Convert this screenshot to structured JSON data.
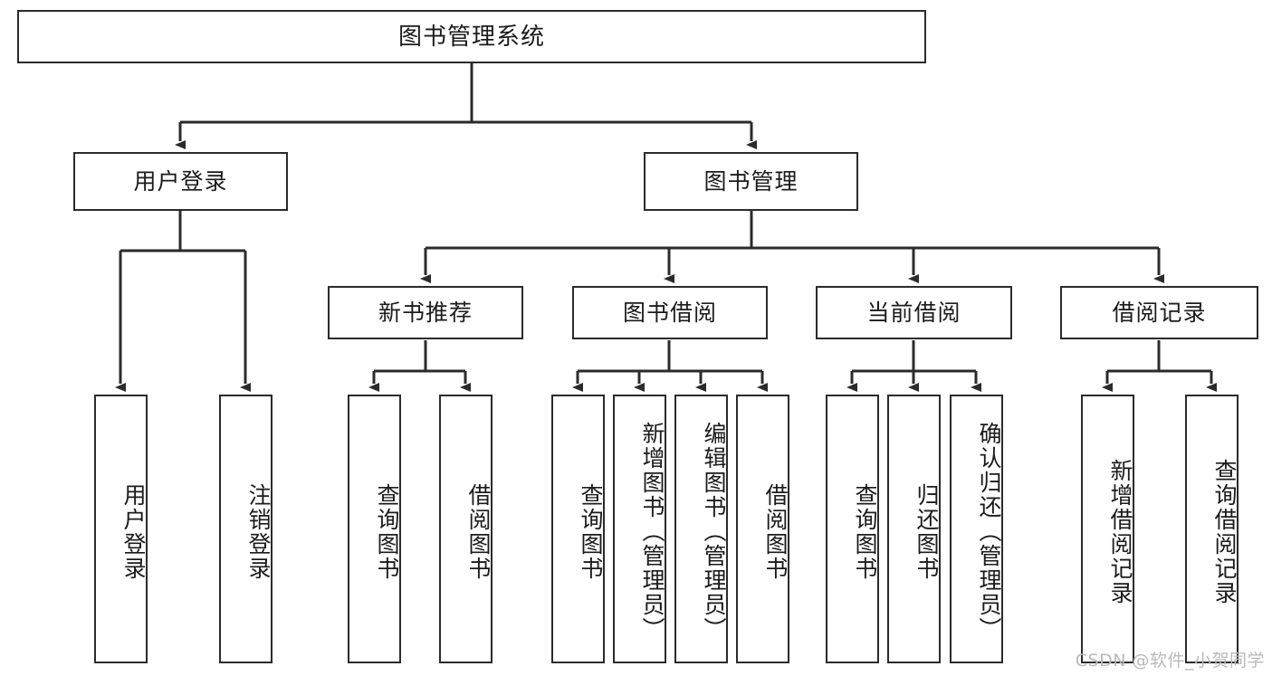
{
  "diagram": {
    "type": "tree",
    "title": "图书管理系统",
    "orientation": "top-down",
    "edge_style": "orthogonal-arrow",
    "colors": {
      "node_border": "#2b2b2b",
      "node_fill": "#ffffff",
      "edge": "#2b2b2b",
      "text": "#1b1b1b",
      "watermark": "#b9b9b9",
      "background": "#ffffff"
    }
  },
  "root": {
    "label": "图书管理系统"
  },
  "level2": [
    {
      "id": "user-login",
      "label": "用户登录"
    },
    {
      "id": "book-manage",
      "label": "图书管理"
    }
  ],
  "level3": [
    {
      "id": "new-book-recommend",
      "label": "新书推荐",
      "parent": "book-manage"
    },
    {
      "id": "book-borrow",
      "label": "图书借阅",
      "parent": "book-manage"
    },
    {
      "id": "current-borrow",
      "label": "当前借阅",
      "parent": "book-manage"
    },
    {
      "id": "borrow-record",
      "label": "借阅记录",
      "parent": "book-manage"
    }
  ],
  "leaves": {
    "user_login": [
      {
        "id": "leaf-user-login",
        "label": "用户登录"
      },
      {
        "id": "leaf-user-logout",
        "label": "注销登录"
      }
    ],
    "new_book_recommend": [
      {
        "id": "leaf-query-book-1",
        "label": "查询图书"
      },
      {
        "id": "leaf-borrow-book-1",
        "label": "借阅图书"
      }
    ],
    "book_borrow": [
      {
        "id": "leaf-query-book-2",
        "label": "查询图书"
      },
      {
        "id": "leaf-add-book",
        "label": "新增图书（管理员）"
      },
      {
        "id": "leaf-edit-book",
        "label": "编辑图书（管理员）"
      },
      {
        "id": "leaf-borrow-book-2",
        "label": "借阅图书"
      }
    ],
    "current_borrow": [
      {
        "id": "leaf-query-book-3",
        "label": "查询图书"
      },
      {
        "id": "leaf-return-book",
        "label": "归还图书"
      },
      {
        "id": "leaf-confirm-return",
        "label": "确认归还（管理员）"
      }
    ],
    "borrow_record": [
      {
        "id": "leaf-add-record",
        "label": "新增借阅记录"
      },
      {
        "id": "leaf-query-record",
        "label": "查询借阅记录"
      }
    ]
  },
  "watermark": {
    "text": "CSDN @软件_小贺同学"
  }
}
